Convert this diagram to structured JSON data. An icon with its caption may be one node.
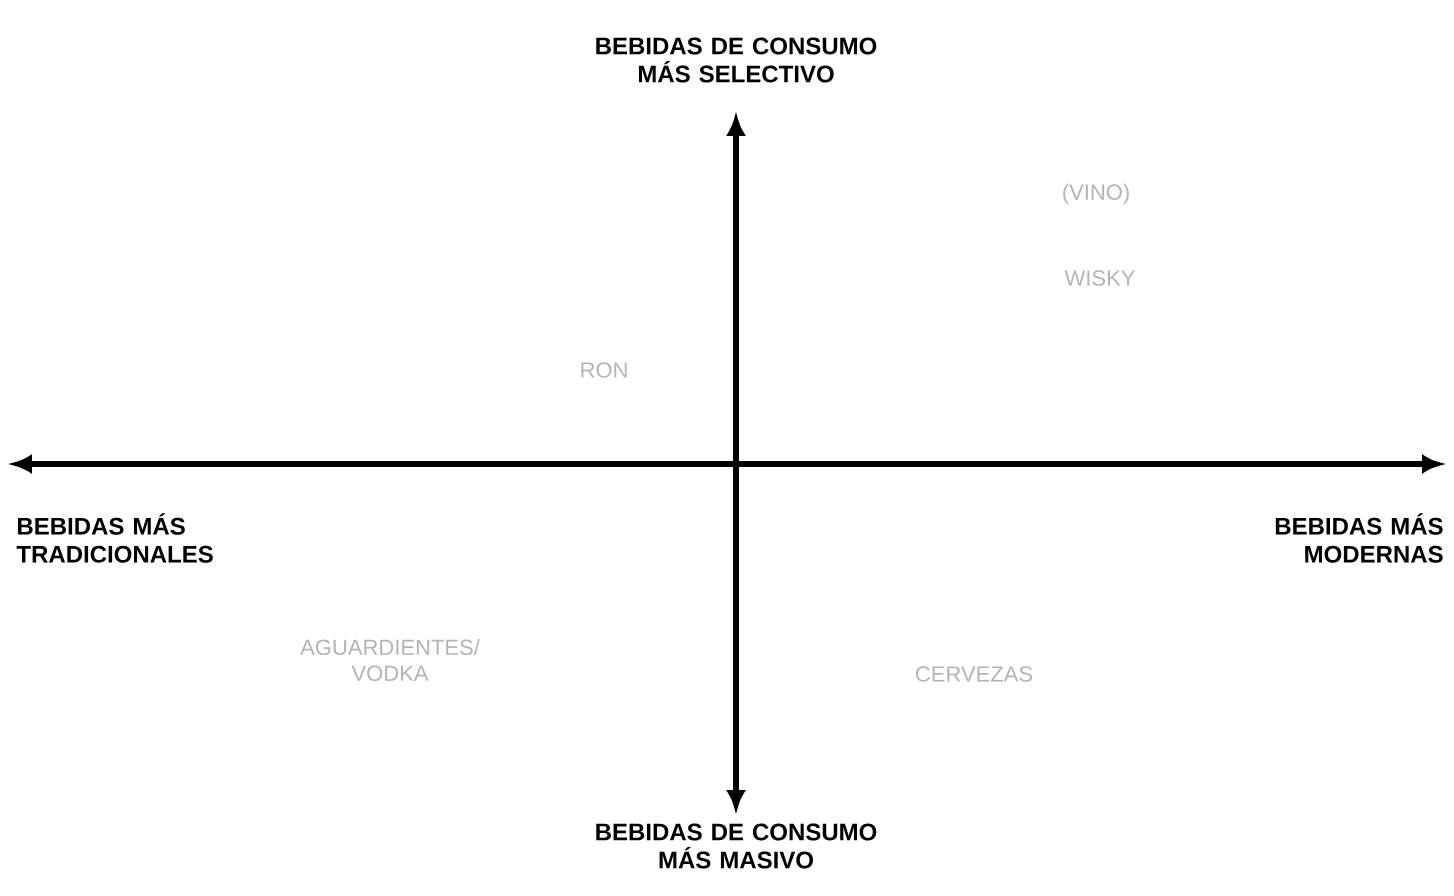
{
  "diagram": {
    "labels": [
      "BEBIDAS DE CONSUMO MÁS SELECTIVO",
      "(VINO)",
      "WISKY",
      "RON",
      "BEBIDAS MÁS TRADICIONALES",
      "BEBIDAS MÁS MODERNAS",
      "AGUARDIENTES/ VODKA",
      "CERVEZAS",
      "BEBIDAS DE CONSUMO MÁS MASIVO"
    ]
  }
}
